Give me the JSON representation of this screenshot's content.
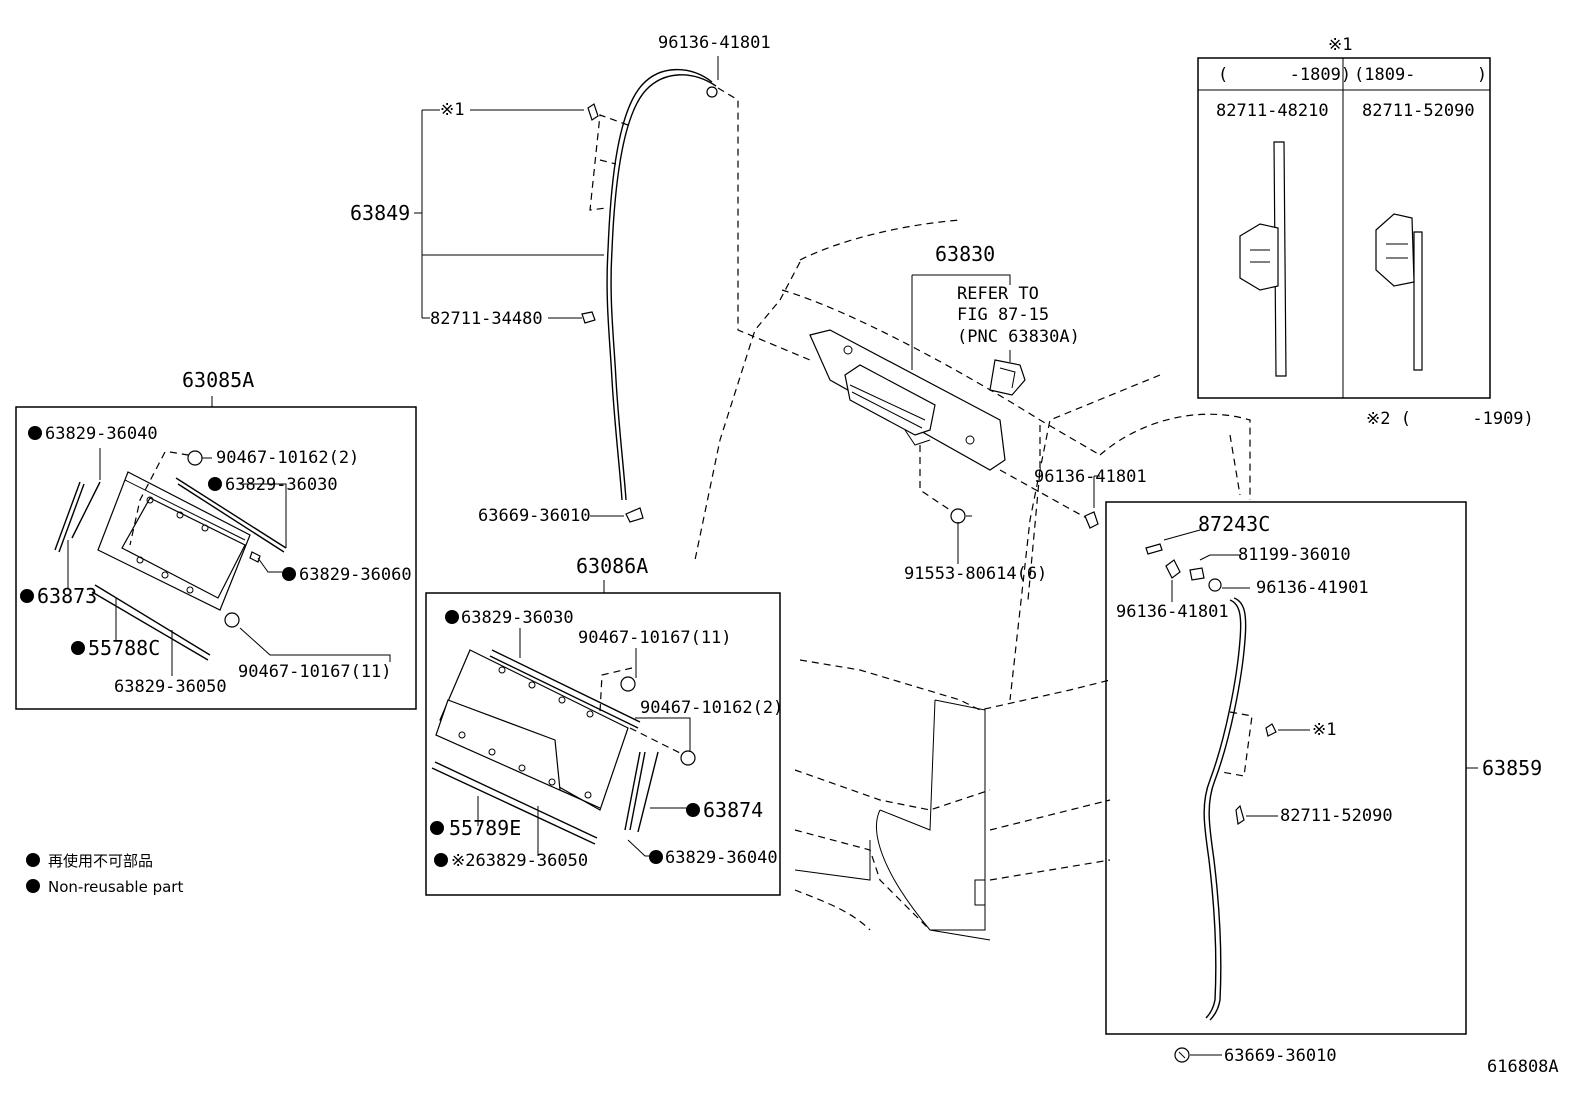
{
  "diagram": {
    "figure_id": "616808A",
    "legend": {
      "line_jp": "再使用不可部品",
      "line_en": "Non-reusable part"
    },
    "note_table": {
      "header_mark": "※1",
      "col1_range": "(      -1809)",
      "col2_range": "(1809-      )",
      "col1_part": "82711-48210",
      "col2_part": "82711-52090",
      "footnote": "※2 (      -1909)"
    },
    "refer": {
      "line1": "REFER TO",
      "line2": "FIG 87-15",
      "line3": "(PNC 63830A)"
    },
    "labels": {
      "p96136_41801_top": "96136-41801",
      "p_note1_top": "※1",
      "p63849": "63849",
      "p82711_34480": "82711-34480",
      "p63669_36010_top": "63669-36010",
      "p63830": "63830",
      "p63085A": "63085A",
      "p63829_36040_a": "63829-36040",
      "p90467_10162_a": "90467-10162(2)",
      "p63829_36030_a": "63829-36030",
      "p63829_36060": "63829-36060",
      "p63873": "63873",
      "p55788C": "55788C",
      "p90467_10167_a": "90467-10167(11)",
      "p63829_36050_a": "63829-36050",
      "p63086A": "63086A",
      "p63829_36030_b": "63829-36030",
      "p90467_10167_b": "90467-10167(11)",
      "p90467_10162_b": "90467-10162(2)",
      "p63874": "63874",
      "p55789E": "55789E",
      "p63829_36040_b": "63829-36040",
      "p63829_36050_b": "※263829-36050",
      "p96136_41801_mid": "96136-41801",
      "p91553_80614": "91553-80614(6)",
      "p87243C": "87243C",
      "p81199_36010": "81199-36010",
      "p96136_41801_r": "96136-41801",
      "p96136_41901": "96136-41901",
      "p_note1_r": "※1",
      "p63859": "63859",
      "p82711_52090": "82711-52090",
      "p63669_36010_bot": "63669-36010"
    }
  }
}
